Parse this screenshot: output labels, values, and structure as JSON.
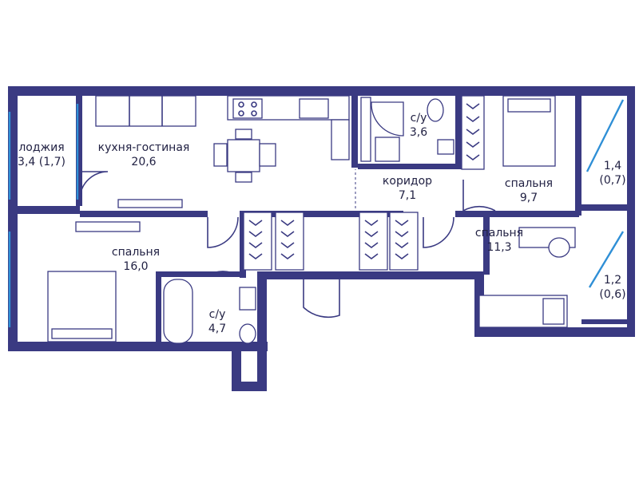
{
  "rooms": {
    "loggia_1": {
      "name": "лоджия",
      "area": "3,4 (1,7)"
    },
    "kitchen": {
      "name": "кухня-гостиная",
      "area": "20,6"
    },
    "bath_1": {
      "name": "с/у",
      "area": "3,6"
    },
    "corridor": {
      "name": "коридор",
      "area": "7,1"
    },
    "bedroom_1": {
      "name": "спальня",
      "area": "9,7"
    },
    "loggia_2": {
      "area_main": "1,4",
      "area_sub": "(0,7)"
    },
    "bedroom_2": {
      "name": "спальня",
      "area": "16,0"
    },
    "bath_2": {
      "name": "с/у",
      "area": "4,7"
    },
    "bedroom_3": {
      "name": "спальня",
      "area": "11,3"
    },
    "loggia_3": {
      "area_main": "1,2",
      "area_sub": "(0,6)"
    }
  },
  "colors": {
    "wall": "#3a3a82",
    "glass": "#2f8fd6"
  }
}
